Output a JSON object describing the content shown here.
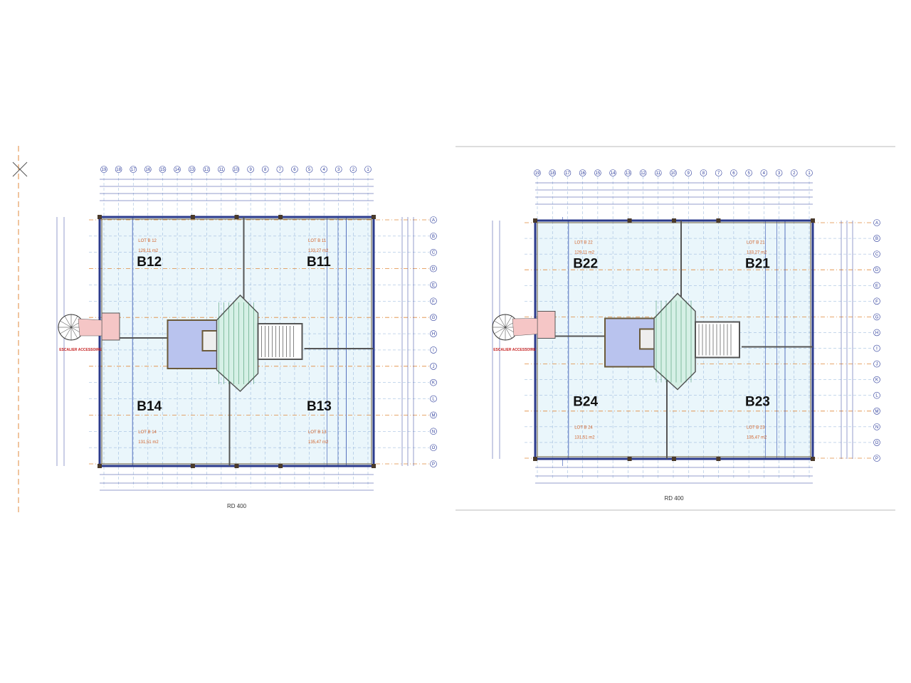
{
  "axes": {
    "columns": [
      "19",
      "18",
      "17",
      "16",
      "15",
      "14",
      "13",
      "12",
      "11",
      "10",
      "9",
      "8",
      "7",
      "6",
      "5",
      "4",
      "3",
      "2",
      "1"
    ],
    "rows": [
      "A",
      "B",
      "C",
      "D",
      "E",
      "F",
      "G",
      "H",
      "I",
      "J",
      "K",
      "L",
      "M",
      "N",
      "O",
      "P"
    ]
  },
  "plans": [
    {
      "caption": "RD 400",
      "stair_label": "ESCALIER ACCESSOIRE",
      "lots": [
        {
          "name": "B12",
          "lot": "LOT B 12",
          "area": "129,11 m2"
        },
        {
          "name": "B11",
          "lot": "LOT B 11",
          "area": "133,27 m2"
        },
        {
          "name": "B14",
          "lot": "LOT B 14",
          "area": "131,51 m2"
        },
        {
          "name": "B13",
          "lot": "LOT B 13",
          "area": "135,47 m2"
        }
      ]
    },
    {
      "caption": "RD 400",
      "stair_label": "ESCALIER ACCESSOIRE",
      "lots": [
        {
          "name": "B22",
          "lot": "LOT B 22",
          "area": "129,11 m2"
        },
        {
          "name": "B21",
          "lot": "LOT B 21",
          "area": "133,27 m2"
        },
        {
          "name": "B24",
          "lot": "LOT B 24",
          "area": "131,51 m2"
        },
        {
          "name": "B23",
          "lot": "LOT B 23",
          "area": "135,47 m2"
        }
      ]
    }
  ],
  "colors": {
    "wall": "#2b3a8c",
    "grid": "#e08a3c",
    "fill": "#eaf6fb",
    "core": "#b9c3ee",
    "stair": "#f5c6c6"
  }
}
